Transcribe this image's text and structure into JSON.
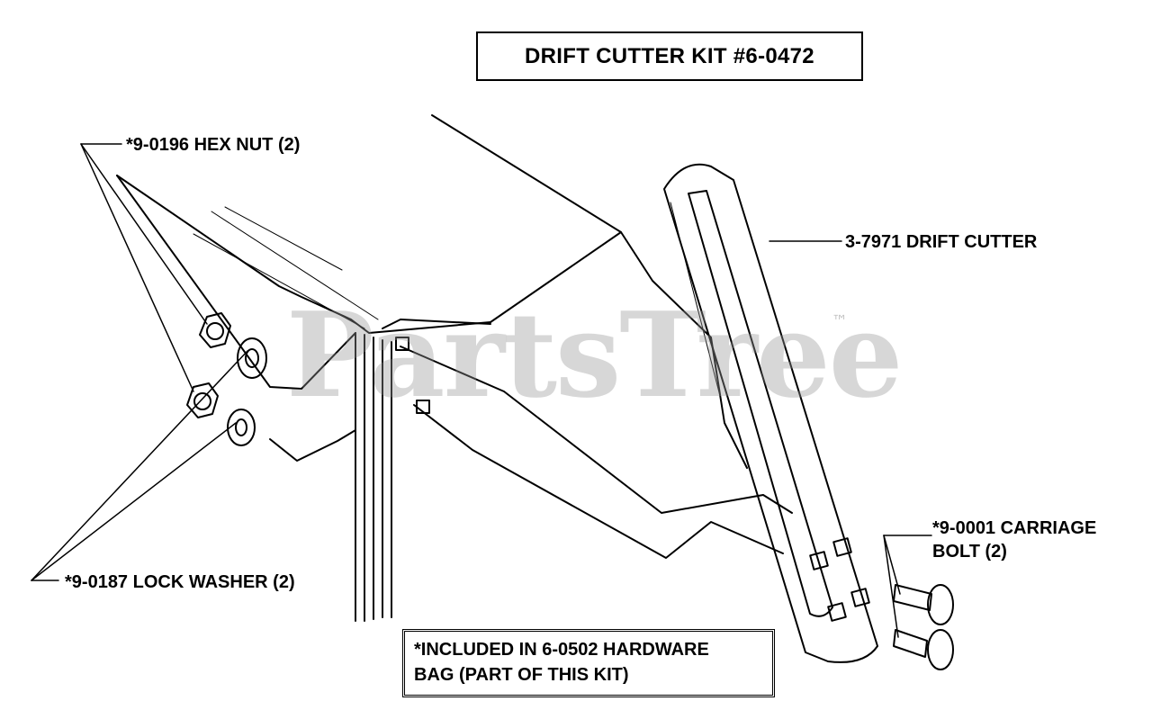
{
  "title": "DRIFT CUTTER KIT #6-0472",
  "callouts": {
    "hex_nut": "*9-0196 HEX NUT (2)",
    "drift_cutter": "3-7971 DRIFT CUTTER",
    "carriage_bolt_line1": "*9-0001 CARRIAGE",
    "carriage_bolt_line2": "BOLT (2)",
    "lock_washer": "*9-0187 LOCK WASHER (2)"
  },
  "note": {
    "line1": "*INCLUDED IN 6-0502 HARDWARE",
    "line2": "BAG (PART OF THIS KIT)"
  },
  "watermark": {
    "text": "PartsTree",
    "trademark": "™"
  }
}
